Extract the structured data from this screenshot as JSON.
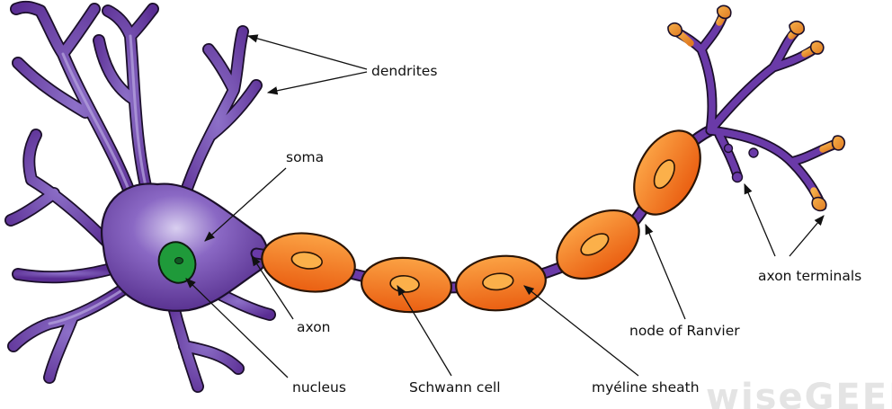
{
  "labels": {
    "dendrites": "dendrites",
    "soma": "soma",
    "axon": "axon",
    "nucleus": "nucleus",
    "schwann_cell": "Schwann cell",
    "myelin_sheath": "myéline sheath",
    "node_of_ranvier": "node of Ranvier",
    "axon_terminals": "axon terminals"
  },
  "watermark": "wiseGEEK",
  "colors": {
    "neuron_body": "#5e2e96",
    "neuron_outline": "#1b0f2a",
    "neuron_highlight": "#c4b5e6",
    "nucleus": "#1f9a3a",
    "schwann_fill": "#f0711a",
    "schwann_highlight": "#fbb04a",
    "terminal_tip": "#f2a33a"
  }
}
